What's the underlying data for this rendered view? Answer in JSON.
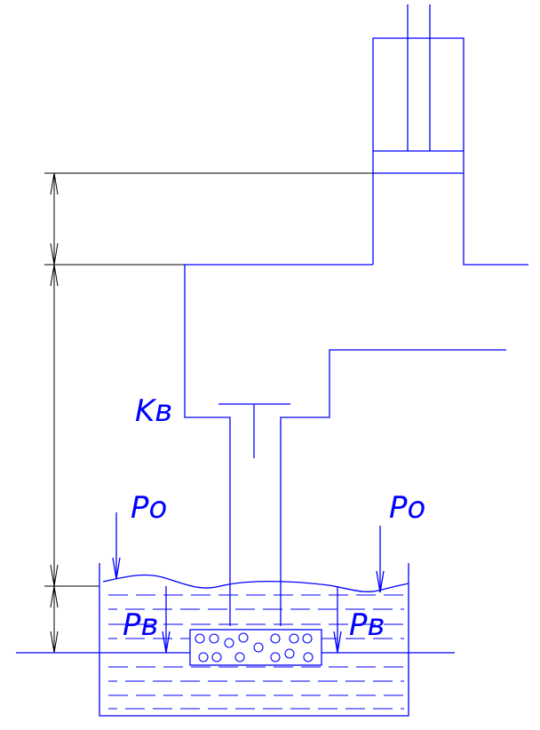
{
  "labels": {
    "k_v": "Kв",
    "p0_left": "Po",
    "p0_right": "Po",
    "pv_left": "Pв",
    "pv_right": "Pв"
  },
  "colors": {
    "drawing": "#0000ff",
    "dimension": "#000000",
    "background": "#ffffff"
  }
}
